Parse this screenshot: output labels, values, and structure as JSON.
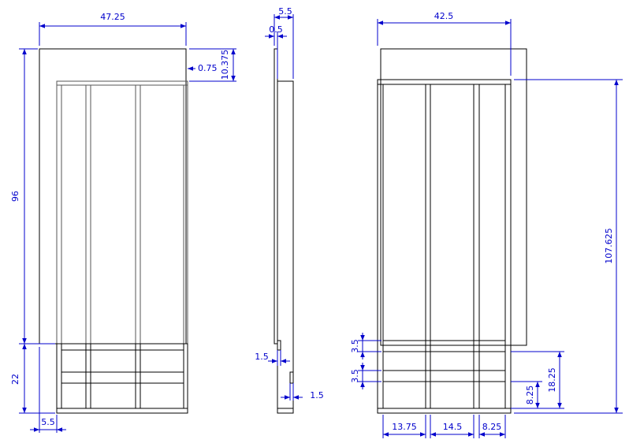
{
  "drawing": {
    "views": [
      "front-view",
      "side-view",
      "rear-view"
    ],
    "dimension_color": "#0000cc",
    "line_color": "#000000",
    "dimensions": {
      "front_width": "47.25",
      "front_top_gap": "0.75",
      "front_top_rail": "10.375",
      "front_height": "96",
      "front_bottom": "22",
      "front_offset": "5.5",
      "side_depth": "5.5",
      "side_panel": "0.5",
      "side_lower_left": "1.5",
      "side_lower_right": "1.5",
      "rear_width": "42.5",
      "rear_height": "107.625",
      "rear_slat_1": "3.5",
      "rear_slat_2": "3.5",
      "rear_upper_rail": "18.25",
      "rear_lower_rail": "8.25",
      "rear_bay_1": "13.75",
      "rear_bay_2": "14.5",
      "rear_bay_3": "8.25"
    }
  }
}
